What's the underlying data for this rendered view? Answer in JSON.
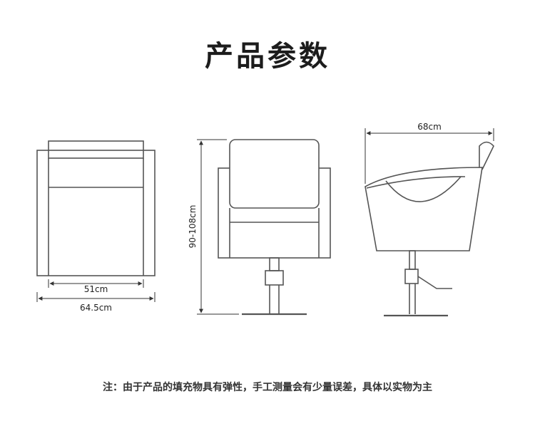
{
  "title": "产品参数",
  "note": "注：由于产品的填充物具有弹性，手工测量会有少量误差，具体以实物为主",
  "dimensions": {
    "inner_width": "51cm",
    "outer_width": "64.5cm",
    "height": "90-108cm",
    "depth": "68cm"
  },
  "colors": {
    "line": "#555555",
    "text": "#222222"
  }
}
